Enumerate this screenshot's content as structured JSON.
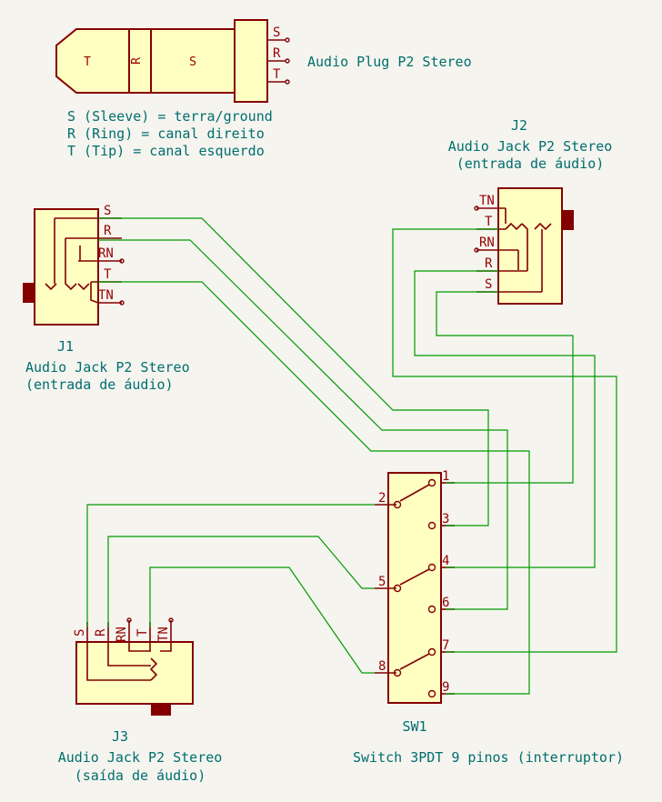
{
  "plug": {
    "segments": [
      "T",
      "R",
      "S"
    ],
    "pins": [
      "S",
      "R",
      "T"
    ],
    "label": "Audio Plug P2 Stereo",
    "legend": [
      "S (Sleeve) = terra/ground",
      "R (Ring) = canal direito",
      "T (Tip) = canal esquerdo"
    ]
  },
  "j1": {
    "ref": "J1",
    "value": "Audio Jack P2 Stereo",
    "desc": "(entrada de áudio)",
    "pins": [
      "S",
      "R",
      "RN",
      "T",
      "TN"
    ]
  },
  "j2": {
    "ref": "J2",
    "value": "Audio Jack P2 Stereo",
    "desc": "(entrada de áudio)",
    "pins": [
      "TN",
      "T",
      "RN",
      "R",
      "S"
    ]
  },
  "j3": {
    "ref": "J3",
    "value": "Audio Jack P2 Stereo",
    "desc": "(saída de áudio)",
    "pins": [
      "S",
      "R",
      "RN",
      "T",
      "TN"
    ]
  },
  "sw1": {
    "ref": "SW1",
    "value": "Switch 3PDT 9 pinos (interruptor)",
    "pins": [
      "1",
      "2",
      "3",
      "4",
      "5",
      "6",
      "7",
      "8",
      "9"
    ]
  },
  "colors": {
    "background": "#f5f4ef",
    "symbol_body": "#ffffc2",
    "symbol_outline": "#840000",
    "wire": "#009a00",
    "label_text": "#006e6e",
    "pin_text": "#960000"
  }
}
